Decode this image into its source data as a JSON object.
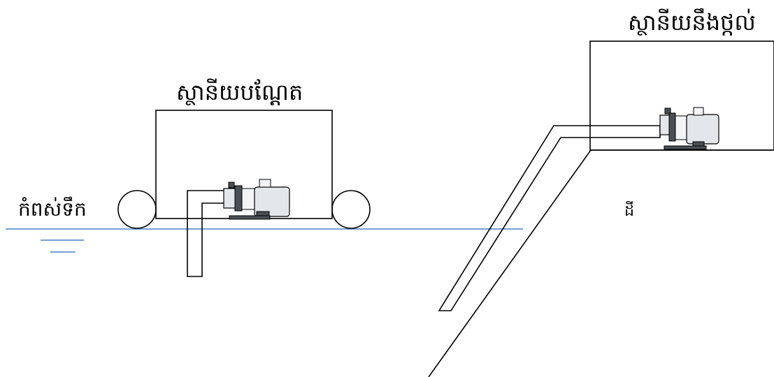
{
  "labels": {
    "water_level": "កំពស់ទឹក",
    "floating_station": "ស្ថានីយបណ្តែត",
    "fixed_station": "ស្ថានីយនឹងថ្កល់",
    "ground": "ដី"
  },
  "colors": {
    "water": "#4a7ec7",
    "lines": "#000000"
  }
}
